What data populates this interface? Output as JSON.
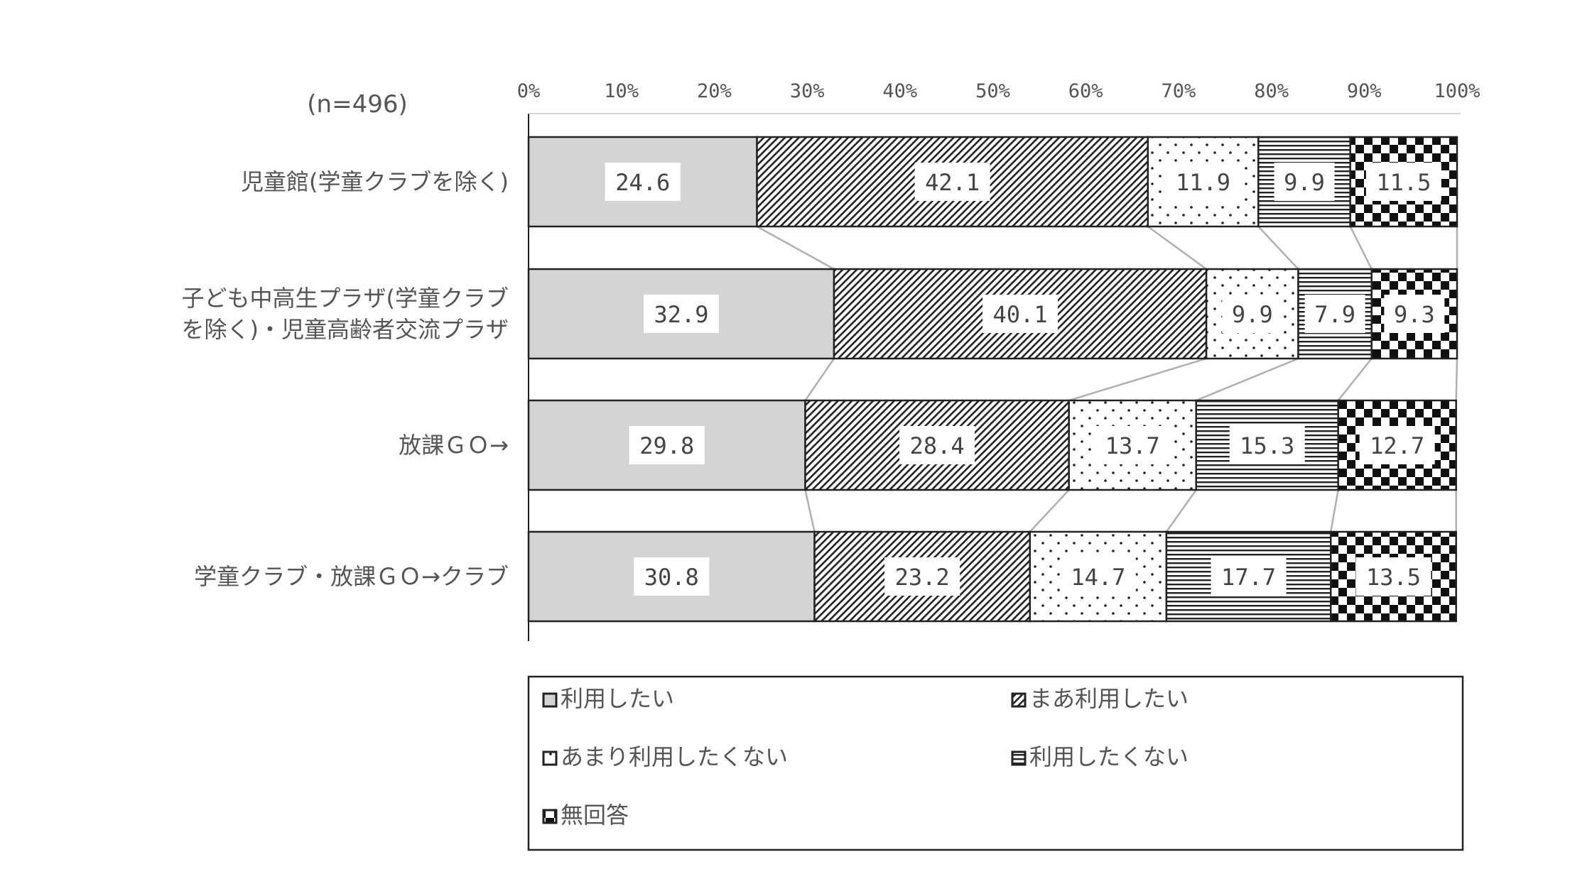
{
  "chart_data": {
    "type": "bar",
    "orientation": "horizontal",
    "stacked": "100%",
    "sample_note": "(n=496)",
    "xlim": [
      0,
      100
    ],
    "x_ticks": [
      "0%",
      "10%",
      "20%",
      "30%",
      "40%",
      "50%",
      "60%",
      "70%",
      "80%",
      "90%",
      "100%"
    ],
    "categories": [
      [
        "児童館(学童クラブを除く)"
      ],
      [
        "子ども中高生プラザ(学童クラブ",
        "を除く)・児童高齢者交流プラザ"
      ],
      [
        "放課ＧＯ→"
      ],
      [
        "学童クラブ・放課ＧＯ→クラブ"
      ]
    ],
    "series": [
      {
        "name": "利用したい",
        "pattern": "solid-gray",
        "values": [
          24.6,
          32.9,
          29.8,
          30.8
        ],
        "labels": [
          "24.6",
          "32.9",
          "29.8",
          "30.8"
        ]
      },
      {
        "name": "まあ利用したい",
        "pattern": "diagonal",
        "values": [
          42.1,
          40.1,
          28.4,
          23.2
        ],
        "labels": [
          "42.1",
          "40.1",
          "28.4",
          "23.2"
        ]
      },
      {
        "name": "あまり利用したくない",
        "pattern": "dots",
        "values": [
          11.9,
          9.9,
          13.7,
          14.7
        ],
        "labels": [
          "11.9",
          "9.9",
          "13.7",
          "14.7"
        ]
      },
      {
        "name": "利用したくない",
        "pattern": "horizontal",
        "values": [
          9.9,
          7.9,
          15.3,
          17.7
        ],
        "labels": [
          "9.9",
          "7.9",
          "15.3",
          "17.7"
        ]
      },
      {
        "name": "無回答",
        "pattern": "checker",
        "values": [
          11.5,
          9.3,
          12.7,
          13.5
        ],
        "labels": [
          "11.5",
          "9.3",
          "12.7",
          "13.5"
        ]
      }
    ],
    "series_lines": true,
    "legend_position": "bottom",
    "colors": {
      "gray_fill": "#d4d4d4",
      "border": "#222222",
      "connector": "#b0b0b0",
      "label_text": "#444444"
    }
  }
}
